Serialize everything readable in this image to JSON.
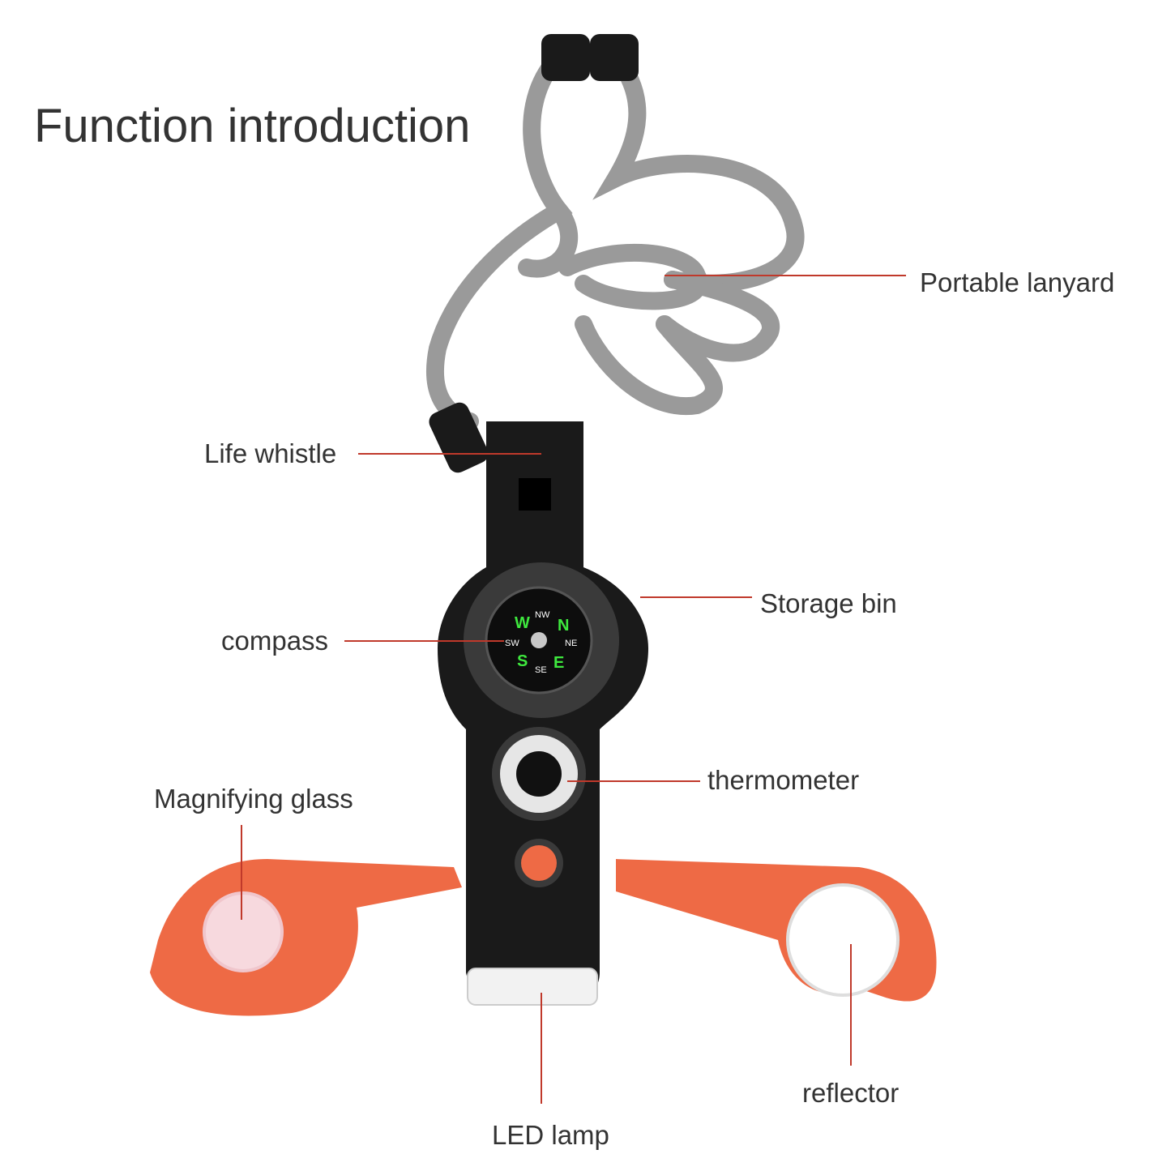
{
  "title": "Function introduction",
  "labels": {
    "portable_lanyard": "Portable lanyard",
    "life_whistle": "Life whistle",
    "storage_bin": "Storage bin",
    "compass": "compass",
    "thermometer": "thermometer",
    "magnifying_glass": "Magnifying glass",
    "reflector": "reflector",
    "led_lamp": "LED lamp"
  },
  "compass_marks": {
    "n": "N",
    "s": "S",
    "e": "E",
    "w": "W",
    "nw": "NW",
    "ne": "NE",
    "se": "SE",
    "sw": "SW"
  },
  "colors": {
    "leader_line": "#c0392b",
    "body": "#1a1a1a",
    "orange": "#ee6a45",
    "lanyard": "#9a9a9a",
    "cardinal": "#3ee83e"
  }
}
